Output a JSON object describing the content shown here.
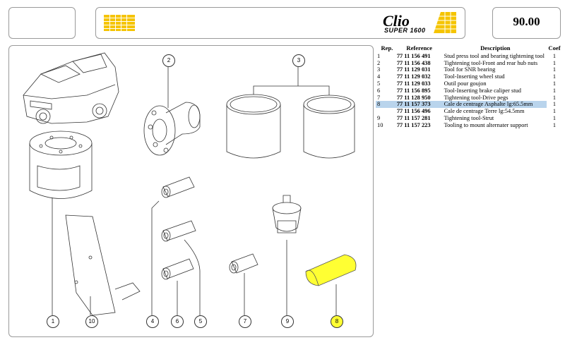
{
  "header": {
    "brand_model": "Clio",
    "brand_variant": "SUPER 1600",
    "page_number": "90.00"
  },
  "callouts": [
    "1",
    "2",
    "3",
    "4",
    "5",
    "6",
    "7",
    "8",
    "9",
    "10"
  ],
  "highlight_callout": "8",
  "table": {
    "headers": {
      "rep": "Rep.",
      "reference": "Reference",
      "description": "Description",
      "coef": "Coef"
    },
    "rows": [
      {
        "rep": "1",
        "reference": "77 11 156 491",
        "description": "Stud press tool and bearing tightening tool",
        "coef": "1"
      },
      {
        "rep": "2",
        "reference": "77 11 156 438",
        "description": "Tightening tool-Front and rear hub nuts",
        "coef": "1"
      },
      {
        "rep": "3",
        "reference": "77 11 129 031",
        "description": "Tool for SNR bearing",
        "coef": "1"
      },
      {
        "rep": "4",
        "reference": "77 11 129 032",
        "description": "Tool-Inserting wheel stud",
        "coef": "1"
      },
      {
        "rep": "5",
        "reference": "77 11 129 033",
        "description": "Outil pour goujon",
        "coef": "1"
      },
      {
        "rep": "6",
        "reference": "77 11 156 895",
        "description": "Tool-Inserting brake caliper stud",
        "coef": "1"
      },
      {
        "rep": "7",
        "reference": "77 11 128 950",
        "description": "Tightening tool-Drive pegs",
        "coef": "1"
      },
      {
        "rep": "8",
        "reference": "77 11 157 373",
        "description": "Cale de centrage Asphalte lg:65.5mm",
        "coef": "1",
        "selected": true
      },
      {
        "rep": "",
        "reference": "77 11 156 496",
        "description": "Cale de centrage Terre lg:54.5mm",
        "coef": "1"
      },
      {
        "rep": "9",
        "reference": "77 11 157 281",
        "description": "Tightening tool-Strut",
        "coef": "1"
      },
      {
        "rep": "10",
        "reference": "77 11 157 223",
        "description": "Tooling to mount alternater support",
        "coef": "1"
      }
    ]
  },
  "colors": {
    "accent_yellow": "#f5c400",
    "highlight_yellow": "#ffff33",
    "selection_blue": "#b9d4ec"
  }
}
